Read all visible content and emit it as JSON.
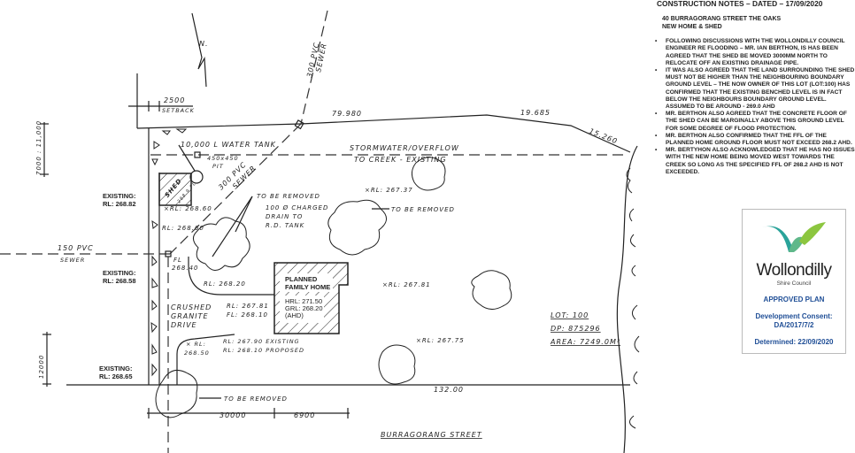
{
  "notes": {
    "title": "CONSTRUCTION NOTES – DATED – 17/09/2020",
    "address_line1": "40 BURRAGORANG STREET THE OAKS",
    "address_line2": "NEW HOME & SHED",
    "items": [
      "FOLLOWING DISCUSSIONS WITH THE WOLLONDILLY COUNCIL ENGINEER RE FLOODING – MR. IAN BERTHON, IS HAS BEEN AGREED THAT THE SHED BE MOVED 3000MM NORTH TO RELOCATE OFF AN EXISTING DRAINAGE PIPE.",
      "IT WAS ALSO AGREED THAT THE LAND SURROUNDING THE SHED MUST NOT BE HIGHER THAN THE NEIGHBOURING BOUNDARY GROUND LEVEL – THE NOW OWNER OF THIS LOT (LOT:100) HAS CONFIRMED THAT THE EXISTING BENCHED LEVEL IS IN FACT BELOW THE NEIGHBOURS BOUNDARY GROUND LEVEL. ASSUMED TO BE AROUND - 269.0 AHD",
      "MR. BERTHON ALSO AGREED THAT THE CONCRETE FLOOR OF THE SHED CAN BE MARGINALLY ABOVE THIS GROUND LEVEL FOR SOME DEGREE OF FLOOD PROTECTION.",
      "MR. BERTHON ALSO CONFIRMED THAT THE FFL OF THE PLANNED HOME GROUND FLOOR MUST NOT EXCEED 268.2 AHD.",
      "MR. BERTYHON ALSO ACKNOWLEDGED THAT HE HAS NO ISSUES WITH THE NEW HOME BEING MOVED WEST TOWARDS THE CREEK SO LONG AS THE SPECIFIED FFL OF 268.2 AHD IS NOT EXCEEDED."
    ]
  },
  "stamp": {
    "brand": "Wollondilly",
    "sub": "Shire Council",
    "approved": "APPROVED PLAN",
    "consent_label": "Development Consent:",
    "consent_number": "DA/2017/7/2",
    "determined": "Determined: 22/09/2020",
    "logo_colors": [
      "#2aa39a",
      "#8cc63f"
    ]
  },
  "plan": {
    "north": "N.",
    "setback_value": "2500",
    "setback_label": "SETBACK",
    "sewer_top_1": "300 PVC",
    "sewer_top_2": "SEWER",
    "boundary_top": "79.980",
    "boundary_mid": "19.685",
    "boundary_right": "15.260",
    "boundary_bottom": "132.00",
    "stormwater_1": "STORMWATER/OVERFLOW",
    "stormwater_2": "TO CREEK - EXISTING",
    "water_tank": "10,000 L WATER TANK",
    "pit_1": "450x450",
    "pit_2": "PIT",
    "sewer_diag_1": "300 PVC",
    "sewer_diag_2": "SEWER",
    "shed": "SHED",
    "shed_fl": "268.9 FL",
    "to_be_removed_1": "TO BE REMOVED",
    "charged_1": "100 Ø CHARGED",
    "charged_2": "DRAIN TO",
    "charged_3": "R.D. TANK",
    "rl_26860": "×RL: 268.60",
    "rl_26860b": "RL: 268.60",
    "fl_26840_1": "FL",
    "fl_26840_2": "268.40",
    "rl_26820": "RL: 268.20",
    "rl_26737": "×RL: 267.37",
    "to_be_removed_2": "TO BE REMOVED",
    "rl_26781": "×RL: 267.81",
    "rl_26775": "×RL: 267.75",
    "home_1": "PLANNED",
    "home_2": "FAMILY HOME",
    "home_hrl": "HRL: 271.50",
    "home_grl": "GRL: 268.20",
    "home_ahd": "(AHD)",
    "drive_1": "CRUSHED",
    "drive_2": "GRANITE",
    "drive_3": "DRIVE",
    "drive_rl": "RL: 267.81",
    "drive_fl": "FL: 268.10",
    "rl_existing": "RL: 267.90 EXISTING",
    "rl_proposed": "RL: 268.10 PROPOSED",
    "rl_26850_1": "× RL:",
    "rl_26850_2": "268.50",
    "to_be_removed_3": "TO BE REMOVED",
    "dim_30000": "30000",
    "dim_6900": "6900",
    "street": "BURRAGORANG STREET",
    "lot": "LOT: 100",
    "dp": "DP: 875296",
    "area": "AREA: 7249.0M²",
    "sewer_left_1": "150 PVC",
    "sewer_left_2": "SEWER",
    "dim_left_top": "7000 : 11,000",
    "dim_left_bottom": "12000",
    "existing_1a": "EXISTING:",
    "existing_1b": "RL: 268.82",
    "existing_2a": "EXISTING:",
    "existing_2b": "RL: 268.58",
    "existing_3a": "EXISTING:",
    "existing_3b": "RL: 268.65"
  }
}
